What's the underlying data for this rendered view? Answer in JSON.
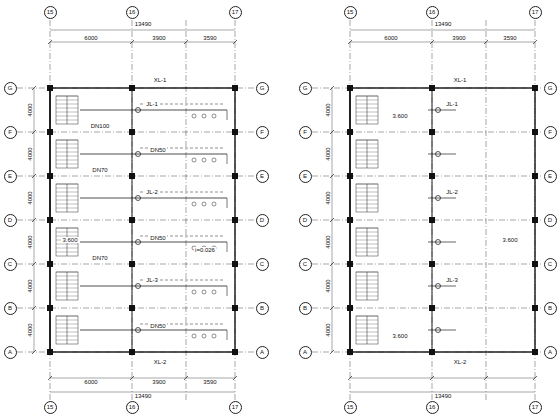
{
  "diagram": {
    "nodes": [
      {
        "text": [
          "15"
        ]
      },
      {
        "text": [
          "16"
        ]
      },
      {
        "text": [
          "17"
        ]
      },
      {
        "text": [
          "G"
        ]
      },
      {
        "text": [
          "F"
        ]
      },
      {
        "text": [
          "E"
        ]
      },
      {
        "text": [
          "D"
        ]
      },
      {
        "text": [
          "C"
        ]
      },
      {
        "text": [
          "B"
        ]
      },
      {
        "text": [
          "A"
        ]
      },
      {
        "text": [
          "G"
        ]
      },
      {
        "text": [
          "F"
        ]
      },
      {
        "text": [
          "E"
        ]
      },
      {
        "text": [
          "D"
        ]
      },
      {
        "text": [
          "C"
        ]
      },
      {
        "text": [
          "B"
        ]
      },
      {
        "text": [
          "A"
        ]
      },
      {
        "text": [
          "15"
        ]
      },
      {
        "text": [
          "16"
        ]
      },
      {
        "text": [
          "17"
        ]
      },
      {
        "text": [
          "15"
        ]
      },
      {
        "text": [
          "16"
        ]
      },
      {
        "text": [
          "17"
        ]
      },
      {
        "text": [
          "G"
        ]
      },
      {
        "text": [
          "F"
        ]
      },
      {
        "text": [
          "E"
        ]
      },
      {
        "text": [
          "D"
        ]
      },
      {
        "text": [
          "C"
        ]
      },
      {
        "text": [
          "B"
        ]
      },
      {
        "text": [
          "A"
        ]
      },
      {
        "text": [
          "G"
        ]
      },
      {
        "text": [
          "F"
        ]
      },
      {
        "text": [
          "E"
        ]
      },
      {
        "text": [
          "D"
        ]
      },
      {
        "text": [
          "C"
        ]
      },
      {
        "text": [
          "B"
        ]
      },
      {
        "text": [
          "A"
        ]
      },
      {
        "text": [
          "15"
        ]
      },
      {
        "text": [
          "16"
        ]
      },
      {
        "text": [
          "17"
        ]
      }
    ],
    "labels": [
      "13490",
      "6000",
      "3900",
      "3590",
      "13490",
      "6000",
      "3900",
      "3590",
      "4000",
      "4000",
      "4000",
      "4000",
      "4000",
      "4000",
      "XL-1",
      "JL-1",
      "DN100",
      "DN50",
      "DN70",
      "JL-2",
      "DN50",
      "DN70",
      "JL-3",
      "DN50",
      "XL-2",
      "3.600",
      "i=0.026",
      "13490",
      "6000",
      "3900",
      "3590",
      "13490",
      "4000",
      "4000",
      "4000",
      "4000",
      "4000",
      "4000",
      "XL-1",
      "JL-1",
      "JL-2",
      "JL-3",
      "XL-2",
      "3.600",
      "3.600",
      "3.600"
    ]
  }
}
